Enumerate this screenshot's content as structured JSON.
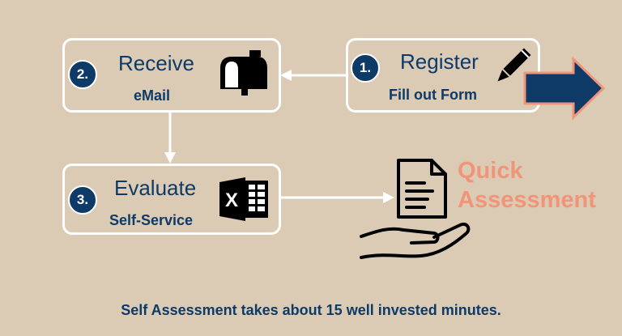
{
  "steps": [
    {
      "number": "1.",
      "title": "Register",
      "subtitle": "Fill out Form",
      "icon": "pencil-icon"
    },
    {
      "number": "2.",
      "title": "Receive",
      "subtitle": "eMail",
      "icon": "mailbox-icon"
    },
    {
      "number": "3.",
      "title": "Evaluate",
      "subtitle": "Self-Service",
      "icon": "excel-icon"
    }
  ],
  "outcome": {
    "line1": "Quick",
    "line2": "Assessment",
    "icon": "document-in-hand-icon"
  },
  "footer": "Self Assessment takes about 15 well invested minutes.",
  "colors": {
    "background": "#dccbb4",
    "primary": "#0d3a66",
    "accent": "#f0957a",
    "card_border": "#ffffff"
  }
}
